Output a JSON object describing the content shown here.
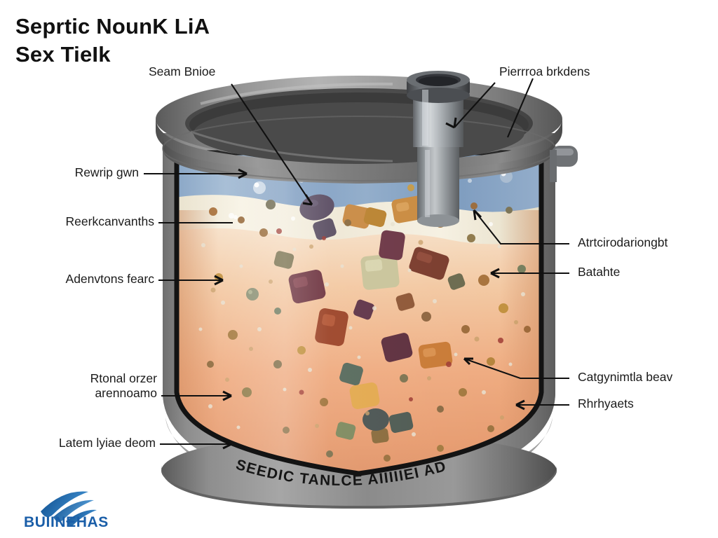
{
  "title": {
    "line1": "Seprtic NounK LiA",
    "line2": "Sex TieIk"
  },
  "labels": {
    "top_left": "Seam Bnioe",
    "top_right": "Pierrroa brkdens",
    "left": [
      "Rewrip gwn",
      "Reerkcanvanths",
      "Adenvtons fearc",
      "Rtonal orzer\narennoamo",
      "Latem lyiae deom"
    ],
    "right": [
      "Atrtcirodariongbt",
      "Batahte",
      "Catgynimtla beav",
      "Rhrhyaets"
    ]
  },
  "tank": {
    "bottom_text": "SEEDIC TANLCE AIIIIIEI AD",
    "layers": [
      {
        "name": "gas-headspace",
        "color": "#7e9dc2"
      },
      {
        "name": "scum-layer",
        "color": "#f1ebdb"
      },
      {
        "name": "sludge-layer",
        "color": "#eeaa7e"
      }
    ],
    "shell_color": "#8b8b8b",
    "rim_color": "#5a5a5a",
    "pipe_color": "#a8adb1"
  },
  "logo": {
    "name": "BUIINEHAS",
    "color": "#1a5ea8"
  },
  "colors": {
    "text": "#1b1b1b",
    "leader": "#101010",
    "background": "#ffffff"
  }
}
